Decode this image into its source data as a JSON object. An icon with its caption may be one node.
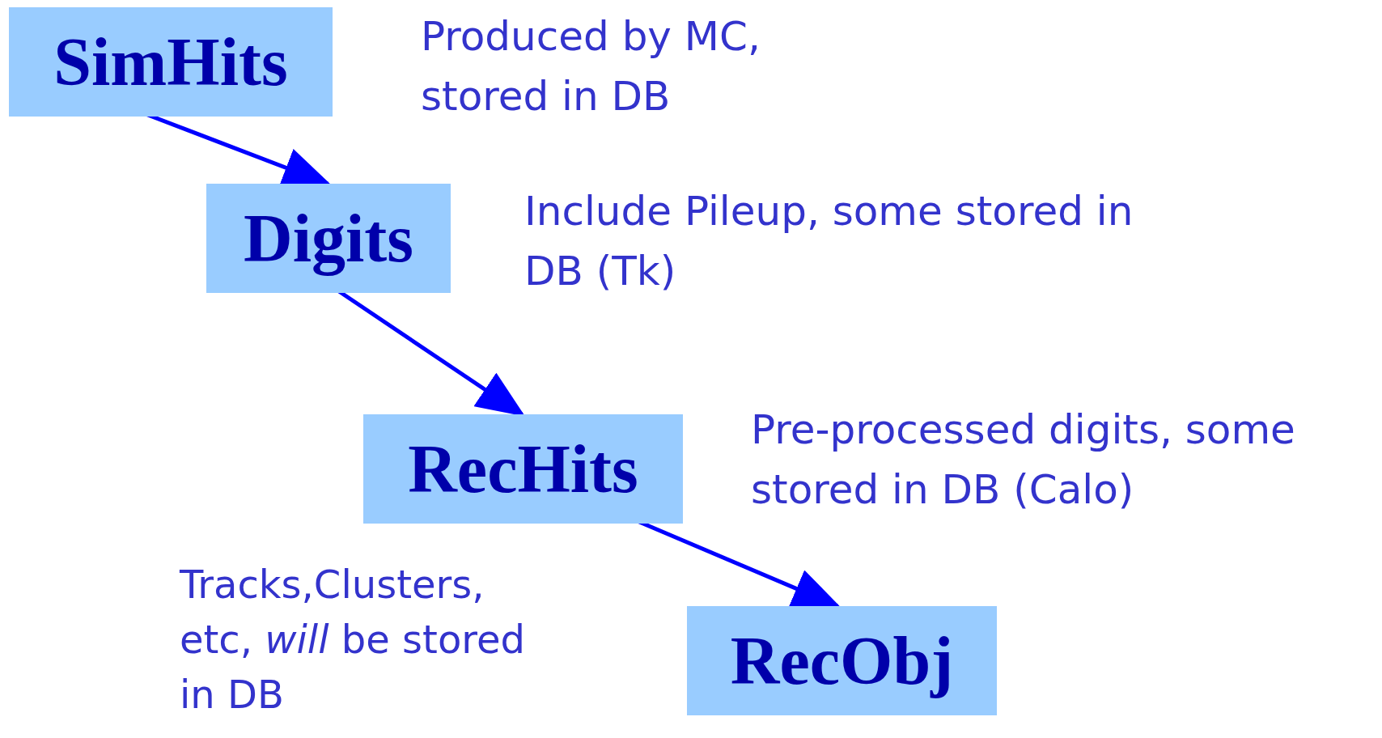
{
  "diagram": {
    "nodes": [
      {
        "text": [
          "SimHits"
        ],
        "beside": [
          "Produced by MC, stored in DB"
        ]
      },
      {
        "text": [
          "Digits"
        ],
        "beside": [
          "Include Pileup, some stored in DB (Tk)"
        ]
      },
      {
        "text": [
          "RecHits"
        ],
        "beside": [
          "Pre-processed digits, some stored in DB (Calo)"
        ]
      },
      {
        "text": [
          "RecObj"
        ]
      }
    ],
    "edges": [
      {
        "from": 0,
        "to": 1,
        "arrow": "to"
      },
      {
        "from": 1,
        "to": 2,
        "arrow": "to"
      },
      {
        "from": 2,
        "to": 3,
        "arrow": "to"
      }
    ],
    "labels": [
      "Tracks,Clusters, etc, *will* be stored in DB"
    ]
  }
}
